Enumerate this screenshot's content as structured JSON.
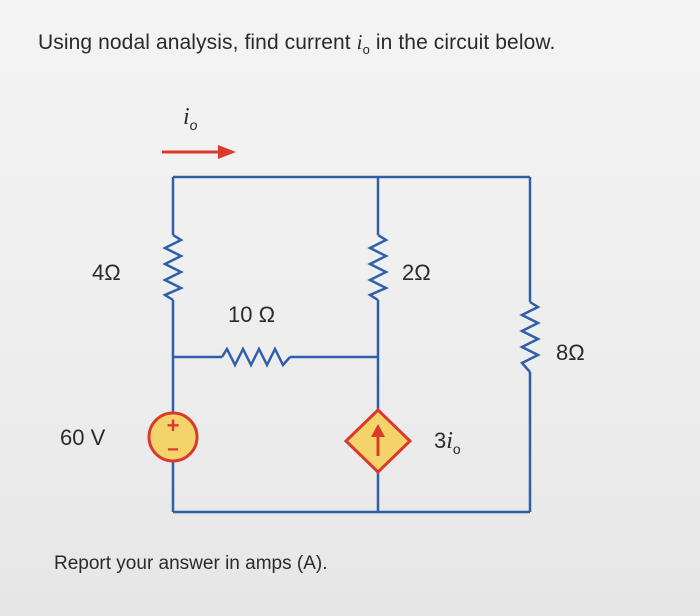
{
  "question": {
    "before": "Using nodal analysis, find current ",
    "var": "i",
    "sub": "o",
    "after": " in the circuit below."
  },
  "circuit": {
    "current_label": {
      "var": "i",
      "sub": "o"
    },
    "r_left": "4Ω",
    "r_middle": "10 Ω",
    "r_center": "2Ω",
    "r_right": "8Ω",
    "v_source": "60 V",
    "v_source_plus": "+",
    "v_source_minus": "−",
    "dep_source": {
      "coef": "3",
      "var": "i",
      "sub": "o"
    },
    "colors": {
      "wire": "#2f5fa8",
      "arrow": "#d93a2b",
      "source_fill": "#f4d36a",
      "source_stroke": "#d93a2b"
    }
  },
  "footer": {
    "report": "Report your answer in amps (A)."
  }
}
